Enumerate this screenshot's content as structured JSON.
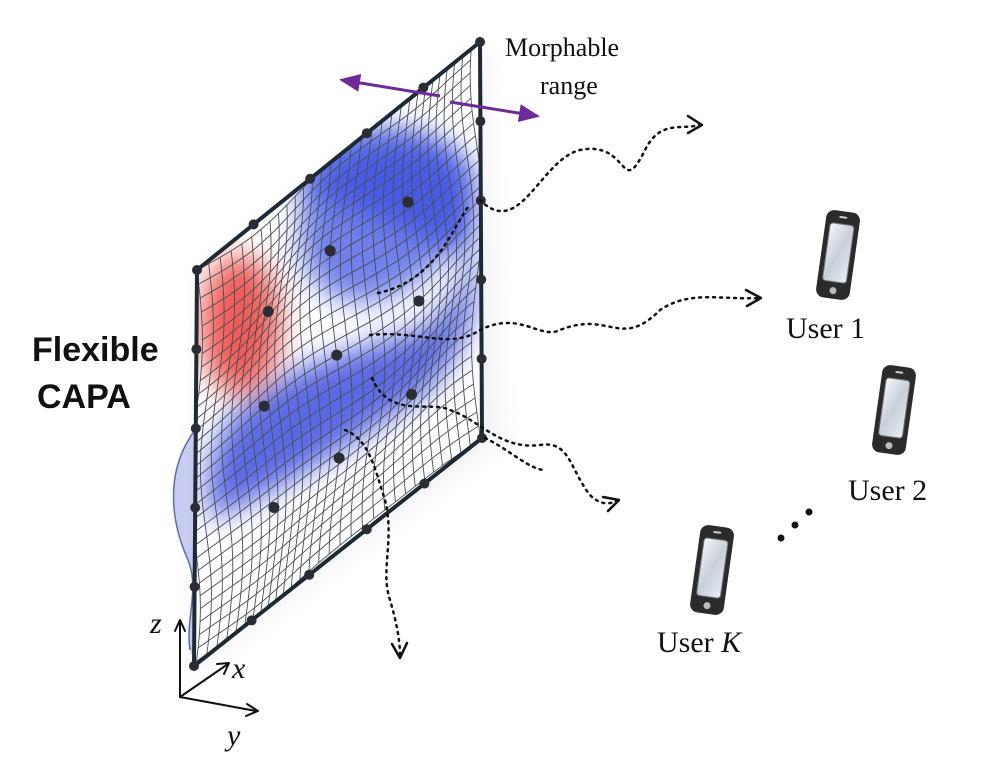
{
  "labels": {
    "array_line1": "Flexible",
    "array_line2": "CAPA",
    "morph_line1": "Morphable",
    "morph_line2": "range",
    "axis_z": "z",
    "axis_x": "x",
    "axis_y": "y"
  },
  "users": [
    {
      "prefix": "User ",
      "index": "1",
      "italic": false
    },
    {
      "prefix": "User ",
      "index": "2",
      "italic": false
    },
    {
      "prefix": "User ",
      "index": "K",
      "italic": true
    }
  ],
  "ellipsis": "⋰",
  "colors": {
    "frame": "#1d2a33",
    "grid": "#4a4e55",
    "blue_field": "#3d4fe0",
    "red_field": "#f0413a",
    "arrow_purple": "#6f2a9a",
    "node": "#2a2d33"
  }
}
